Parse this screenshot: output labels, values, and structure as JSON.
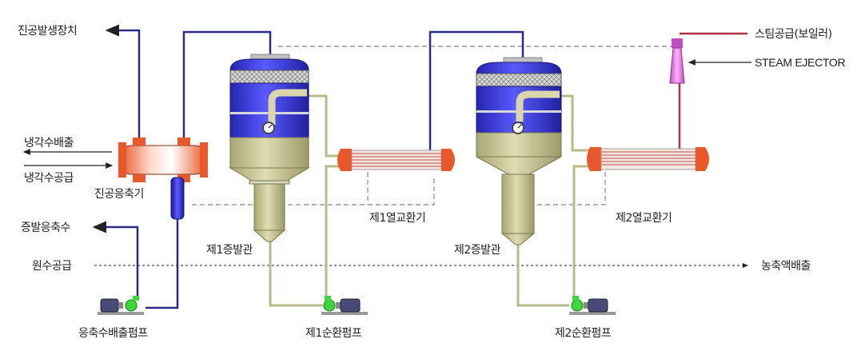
{
  "labels": {
    "vacuum_generator": "진공발생장치",
    "cooling_water_out": "냉각수배출",
    "cooling_water_in": "냉각수공급",
    "vacuum_condenser": "진공응축기",
    "evaporation_condensate": "증발응축수",
    "raw_water_supply": "원수공급",
    "condensate_pump": "응축수배출펌프",
    "evaporator_1": "제1증발관",
    "heat_exchanger_1": "제1열교환기",
    "circulation_pump_1": "제1순환펌프",
    "evaporator_2": "제2증발관",
    "heat_exchanger_2": "제2열교환기",
    "circulation_pump_2": "제2순환펌프",
    "steam_supply": "스팀공급(보일러)",
    "steam_ejector": "STEAM EJECTOR",
    "concentrate_discharge": "농축액배출"
  },
  "colors": {
    "vacuum_line": "#2a2a8a",
    "steam_line": "#b03040",
    "liquid_line": "#b9b98a",
    "vessel_top": "#3b3bd6",
    "vessel_bottom": "#c9c79a",
    "exchanger_end": "#e8582a",
    "ejector": "#e07ad6",
    "pump_motor": "#4a4a7a",
    "pump_body": "#3ad83a"
  }
}
